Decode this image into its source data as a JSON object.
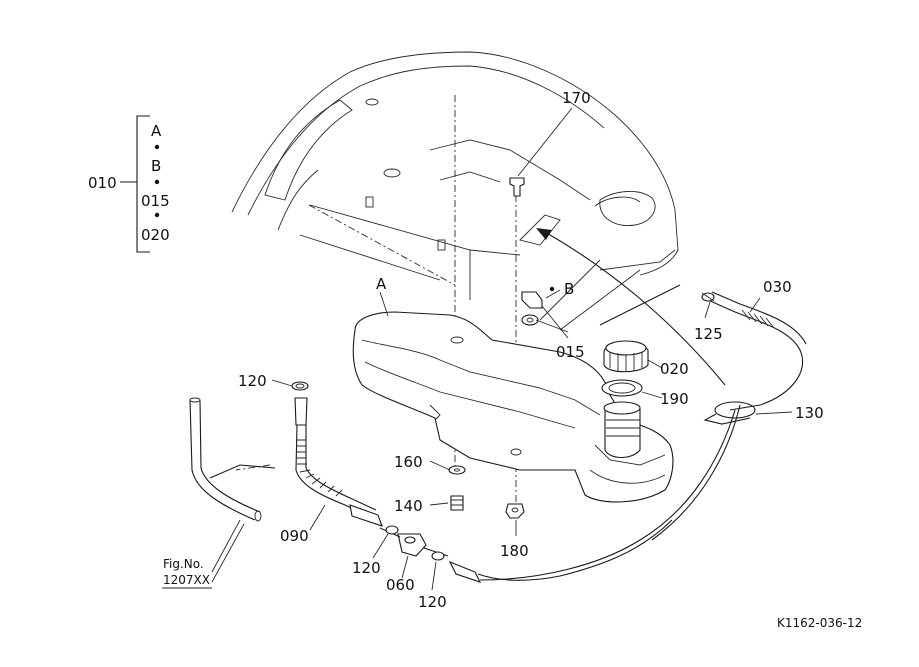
{
  "diagram_code": "K1162-036-12",
  "figure_ref": {
    "label": "Fig.No.",
    "number": "1207XX"
  },
  "assembly_group": {
    "parent": "010",
    "members": [
      "A",
      "B",
      "015",
      "020"
    ]
  },
  "part_labels": {
    "p170": "170",
    "p030": "030",
    "p125": "125",
    "pA": "A",
    "pB": "B",
    "p015": "015",
    "p020": "020",
    "p190": "190",
    "p130": "130",
    "p120a": "120",
    "p160": "160",
    "p140": "140",
    "p180": "180",
    "p090": "090",
    "p120b": "120",
    "p060": "060",
    "p120c": "120"
  }
}
